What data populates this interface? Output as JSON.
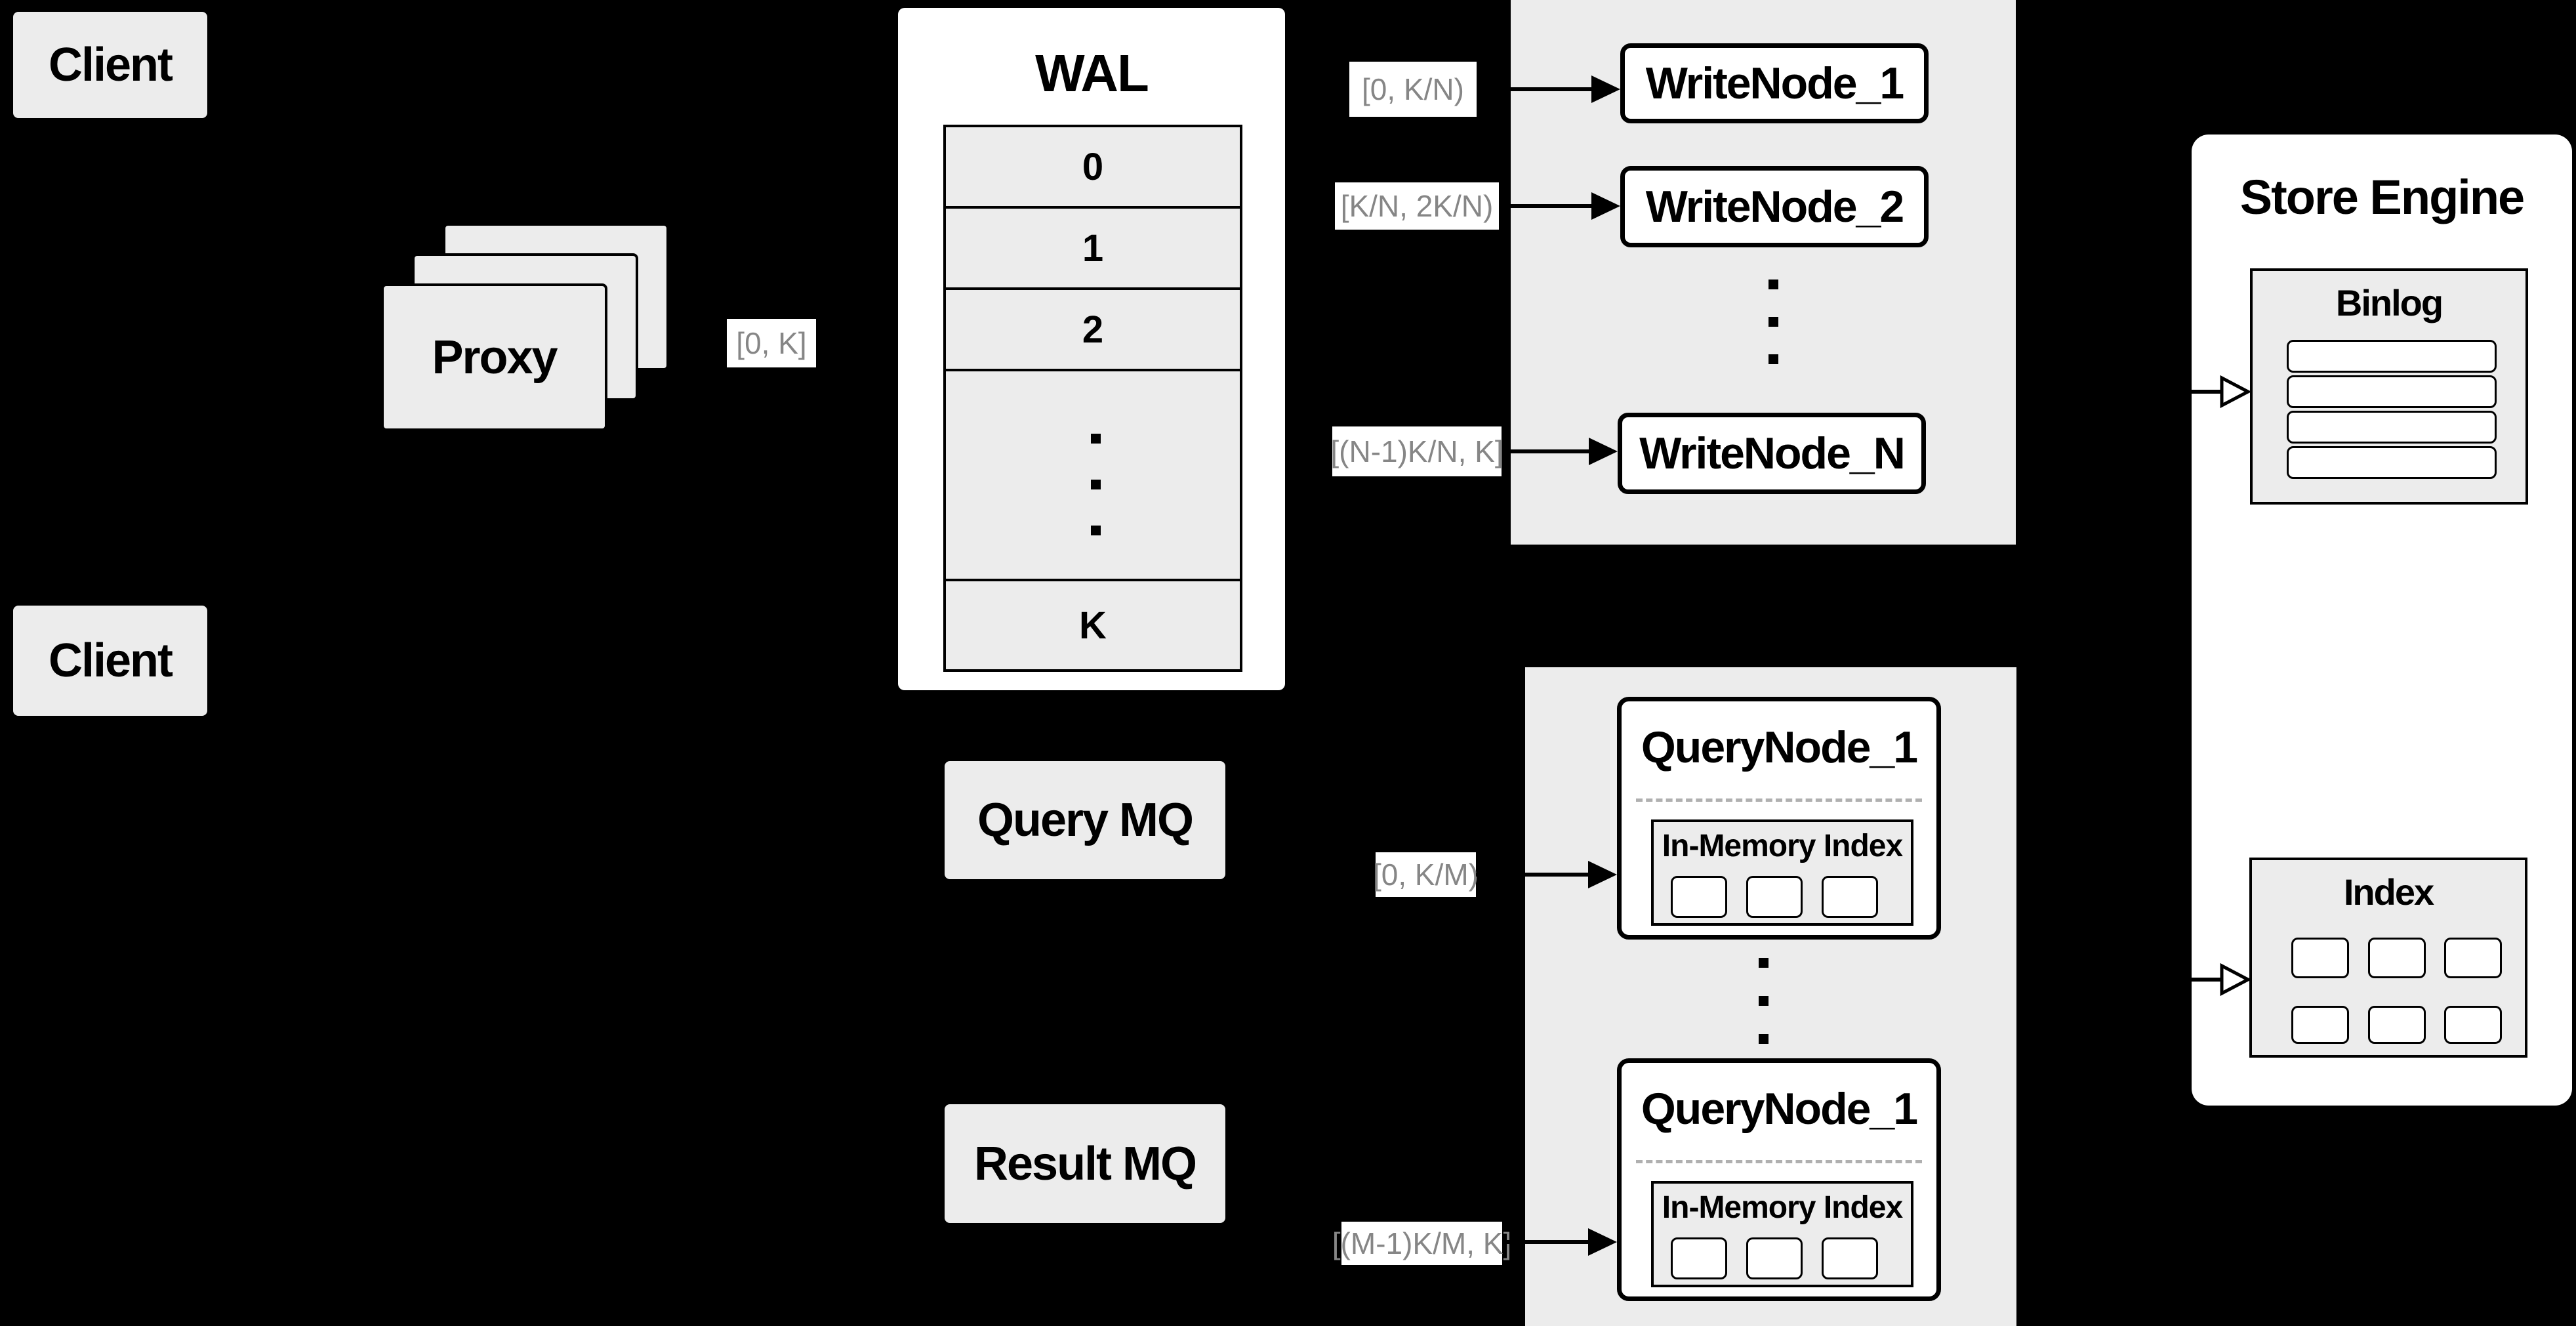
{
  "diagram": {
    "clients": {
      "client_top": "Client",
      "client_bottom": "Client"
    },
    "proxy": {
      "label": "Proxy"
    },
    "edge_labels": {
      "proxy_out": "[0, K]",
      "write_1": "[0, K/N)",
      "write_2": "[K/N, 2K/N)",
      "write_n": "[(N-1)K/N, K]",
      "query_1": "[0, K/M)",
      "query_m": "[(M-1)K/M, K]"
    },
    "wal": {
      "title": "WAL",
      "rows": [
        "0",
        "1",
        "2",
        "K"
      ]
    },
    "write_nodes": {
      "node1": "WriteNode_1",
      "node2": "WriteNode_2",
      "nodeN": "WriteNode_N"
    },
    "mq": {
      "query": "Query MQ",
      "result": "Result MQ"
    },
    "query_nodes": {
      "node_top_title": "QueryNode_1",
      "node_bottom_title": "QueryNode_1",
      "inmem_title_top": "In-Memory Index",
      "inmem_title_bottom": "In-Memory Index"
    },
    "store_engine": {
      "title": "Store Engine",
      "binlog_title": "Binlog",
      "index_title": "Index"
    },
    "colors": {
      "background": "#000000",
      "box_gray": "#ececec",
      "box_white": "#ffffff",
      "border": "#000000",
      "label_text": "#868686",
      "dashed_divider": "#b0b0b0"
    }
  }
}
